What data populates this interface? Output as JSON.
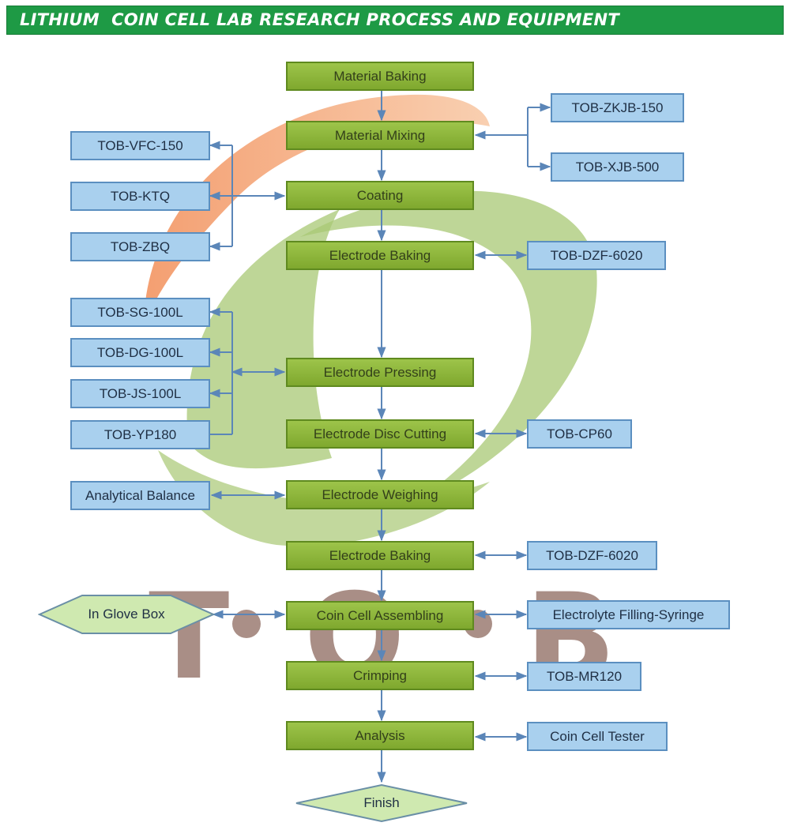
{
  "title": "LITHIUM  COIN CELL LAB RESEARCH PROCESS AND EQUIPMENT",
  "watermark": {
    "letters": [
      "T",
      "O",
      "B"
    ],
    "dot": "·"
  },
  "colors": {
    "title_bg": "#1e9a45",
    "step_fill": "#8db83a",
    "equipment_fill": "#a9d0ee",
    "arrow": "#5b86b8"
  },
  "steps": [
    "Material Baking",
    "Material Mixing",
    "Coating",
    "Electrode Baking",
    "Electrode Pressing",
    "Electrode Disc Cutting",
    "Electrode Weighing",
    "Electrode Baking",
    "Coin Cell Assembling",
    "Crimping",
    "Analysis"
  ],
  "terminal": "Finish",
  "glove_box": "In Glove Box",
  "equipment_left": {
    "coating": [
      "TOB-VFC-150",
      "TOB-KTQ",
      "TOB-ZBQ"
    ],
    "pressing": [
      "TOB-SG-100L",
      "TOB-DG-100L",
      "TOB-JS-100L",
      "TOB-YP180"
    ],
    "weighing": "Analytical Balance"
  },
  "equipment_right": {
    "mixing": [
      "TOB-ZKJB-150",
      "TOB-XJB-500"
    ],
    "electrode_baking_1": "TOB-DZF-6020",
    "disc_cutting": "TOB-CP60",
    "electrode_baking_2": "TOB-DZF-6020",
    "assembling": "Electrolyte Filling-Syringe",
    "crimping": "TOB-MR120",
    "analysis": "Coin Cell Tester"
  }
}
